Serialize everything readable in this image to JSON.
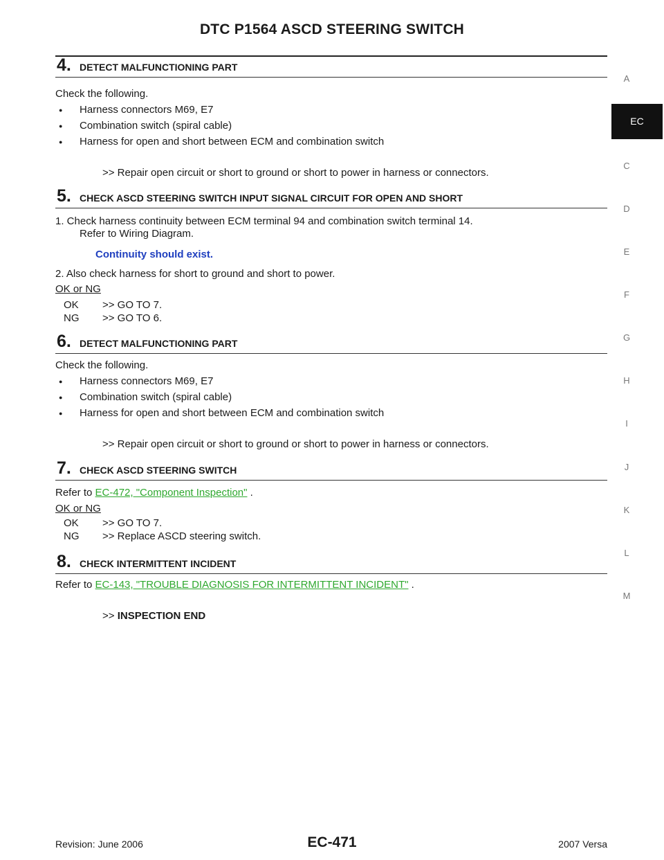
{
  "header": {
    "title": "DTC P1564 ASCD STEERING SWITCH"
  },
  "steps": [
    {
      "num": "4.",
      "title": "DETECT MALFUNCTIONING PART",
      "intro": "Check the following.",
      "bullets": [
        "Harness connectors M69, E7",
        "Combination switch (spiral cable)",
        "Harness for open and short between ECM and combination switch"
      ],
      "result": ">> Repair open circuit or short to ground or short to power in harness or connectors."
    },
    {
      "num": "5.",
      "title": "CHECK ASCD STEERING SWITCH INPUT SIGNAL CIRCUIT FOR OPEN AND SHORT",
      "line1a": "1.  Check harness continuity between ECM terminal 94 and combination switch terminal 14.",
      "line1b": "Refer to Wiring Diagram.",
      "spec": "Continuity should exist.",
      "line2": "2.  Also check harness for short to ground and short to power.",
      "decision": "OK or NG",
      "ok_label": "OK",
      "ok_text": ">> GO TO 7.",
      "ng_label": "NG",
      "ng_text": ">> GO TO 6."
    },
    {
      "num": "6.",
      "title": "DETECT MALFUNCTIONING PART",
      "intro": "Check the following.",
      "bullets": [
        "Harness connectors M69, E7",
        "Combination switch (spiral cable)",
        "Harness for open and short between ECM and combination switch"
      ],
      "result": ">> Repair open circuit or short to ground or short to power in harness or connectors."
    },
    {
      "num": "7.",
      "title": "CHECK ASCD STEERING SWITCH",
      "refer_prefix": "Refer to",
      "link": "EC-472, \"Component Inspection\"",
      "refer_suffix": ".",
      "decision": "OK or NG",
      "ok_label": "OK",
      "ok_text": ">> GO TO 7.",
      "ng_label": "NG",
      "ng_text": ">> Replace ASCD steering switch."
    },
    {
      "num": "8.",
      "title": "CHECK INTERMITTENT INCIDENT",
      "refer_prefix": "Refer to",
      "link": "EC-143, \"TROUBLE DIAGNOSIS FOR INTERMITTENT INCIDENT\"",
      "refer_suffix": ".",
      "result_prefix": ">>",
      "result_bold": "INSPECTION END"
    }
  ],
  "sidebar": {
    "active": "EC",
    "letters": [
      "A",
      "C",
      "D",
      "E",
      "F",
      "G",
      "H",
      "I",
      "J",
      "K",
      "L",
      "M"
    ]
  },
  "footer": {
    "revision": "Revision: June 2006",
    "page": "EC-471",
    "model": "2007 Versa"
  }
}
